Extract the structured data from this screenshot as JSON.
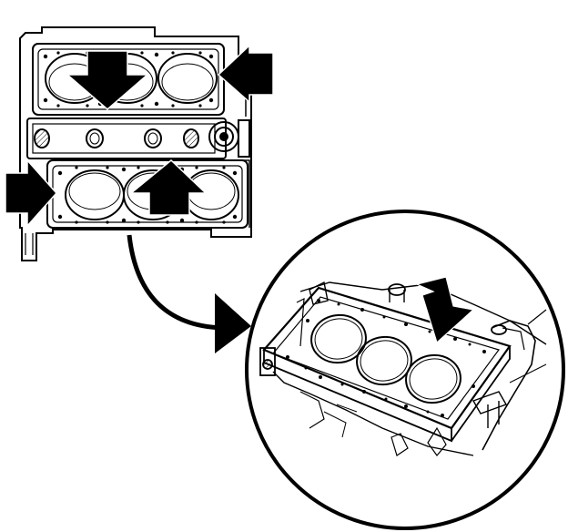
{
  "colors": {
    "ink": "#000000",
    "paper": "#ffffff",
    "hatch": "#6f6f6f"
  },
  "views": {
    "block": {
      "description_icon": "engine-block-top-view",
      "gasket_banks": 2,
      "bores_per_bank": 3
    },
    "detail": {
      "description_icon": "magnified-gasket-view",
      "bores": 3
    }
  },
  "arrows": {
    "direction_top_bank_down": "down",
    "direction_top_bank_left": "left",
    "direction_bottom_bank_right": "right",
    "direction_bottom_bank_up": "up",
    "direction_detail_down": "down",
    "callout": "curved-callout-arrow"
  }
}
